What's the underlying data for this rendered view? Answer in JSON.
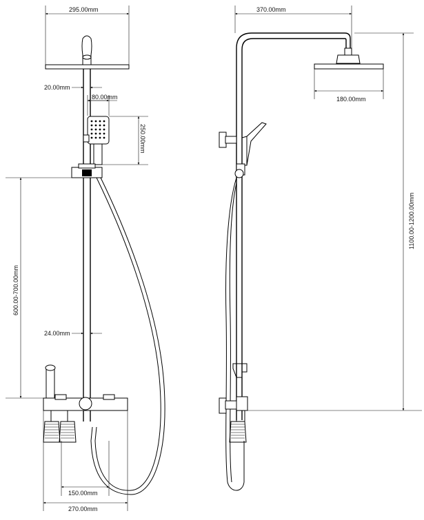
{
  "front_view": {
    "dims": {
      "head_width": "295.00mm",
      "pipe_diameter": "20.00mm",
      "handset_width": "80.00mm",
      "handset_height": "250.00mm",
      "rail_height": "600.00-700.00mm",
      "rail_diameter": "24.00mm",
      "outlet_spacing": "150.00mm",
      "mixer_width": "270.00mm"
    }
  },
  "side_view": {
    "dims": {
      "arm_reach": "370.00mm",
      "head_depth": "180.00mm",
      "total_height": "1100.00-1200.00mm"
    }
  },
  "icons": [
    "shower-head-icon",
    "hand-shower-icon",
    "mixer-valve-icon",
    "outlet-spout-icon"
  ]
}
